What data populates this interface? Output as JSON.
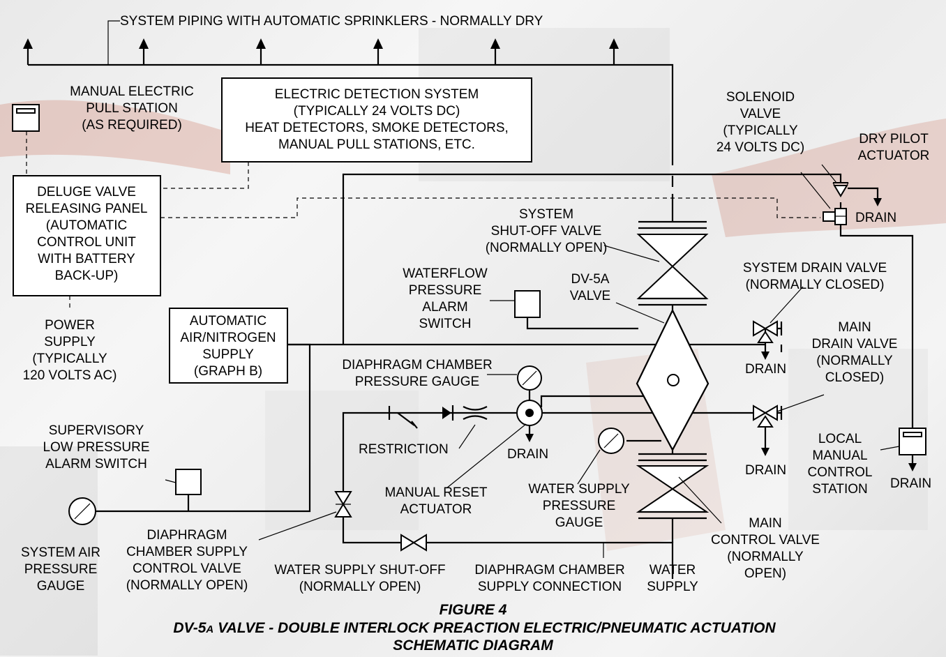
{
  "labels": {
    "system_piping": "SYSTEM PIPING WITH AUTOMATIC SPRINKLERS - NORMALLY DRY",
    "pull_station": [
      "MANUAL ELECTRIC",
      "PULL STATION",
      "(AS REQUIRED)"
    ],
    "detection": [
      "ELECTRIC DETECTION SYSTEM",
      "(TYPICALLY 24 VOLTS DC)",
      "HEAT DETECTORS, SMOKE DETECTORS,",
      "MANUAL PULL STATIONS, ETC."
    ],
    "solenoid": [
      "SOLENOID",
      "VALVE",
      "(TYPICALLY",
      "24 VOLTS DC)"
    ],
    "dry_pilot": [
      "DRY PILOT",
      "ACTUATOR"
    ],
    "releasing_panel": [
      "DELUGE VALVE",
      "RELEASING PANEL",
      "(AUTOMATIC",
      "CONTROL UNIT",
      "WITH BATTERY",
      "BACK-UP)"
    ],
    "shutoff": [
      "SYSTEM",
      "SHUT-OFF VALVE",
      "(NORMALLY OPEN)"
    ],
    "waterflow": [
      "WATERFLOW",
      "PRESSURE",
      "ALARM",
      "SWITCH"
    ],
    "dv5a": [
      "DV-5A",
      "VALVE"
    ],
    "system_drain": [
      "SYSTEM DRAIN VALVE",
      "(NORMALLY CLOSED)"
    ],
    "power": [
      "POWER",
      "SUPPLY",
      "(TYPICALLY",
      "120 VOLTS AC)"
    ],
    "air_supply": [
      "AUTOMATIC",
      "AIR/NITROGEN",
      "SUPPLY",
      "(GRAPH B)"
    ],
    "diaphragm_gauge": [
      "DIAPHRAGM CHAMBER",
      "PRESSURE GAUGE"
    ],
    "main_drain": [
      "MAIN",
      "DRAIN VALVE",
      "(NORMALLY",
      "CLOSED)"
    ],
    "supervisory": [
      "SUPERVISORY",
      "LOW PRESSURE",
      "ALARM SWITCH"
    ],
    "restriction": "RESTRICTION",
    "drain": "DRAIN",
    "local_manual": [
      "LOCAL",
      "MANUAL",
      "CONTROL",
      "STATION"
    ],
    "manual_reset": [
      "MANUAL RESET",
      "ACTUATOR"
    ],
    "water_supply_gauge": [
      "WATER SUPPLY",
      "PRESSURE",
      "GAUGE"
    ],
    "system_air_gauge": [
      "SYSTEM AIR",
      "PRESSURE",
      "GAUGE"
    ],
    "diaphragm_valve": [
      "DIAPHRAGM",
      "CHAMBER SUPPLY",
      "CONTROL VALVE",
      "(NORMALLY OPEN)"
    ],
    "water_shutoff": [
      "WATER SUPPLY SHUT-OFF",
      "(NORMALLY OPEN)"
    ],
    "diaphragm_connection": [
      "DIAPHRAGM CHAMBER",
      "SUPPLY CONNECTION"
    ],
    "water_supply": [
      "WATER",
      "SUPPLY"
    ],
    "main_control": [
      "MAIN",
      "CONTROL VALVE",
      "(NORMALLY",
      "OPEN)"
    ]
  },
  "caption": {
    "figure": "FIGURE 4",
    "line1_prefix": "DV-5",
    "line1_sub": "A",
    "line1_rest": " VALVE - DOUBLE INTERLOCK PREACTION ELECTRIC/PNEUMATIC ACTUATION",
    "line2": "SCHEMATIC DIAGRAM"
  },
  "colors": {
    "line": "#000000",
    "background_accent": "#c9705a"
  }
}
